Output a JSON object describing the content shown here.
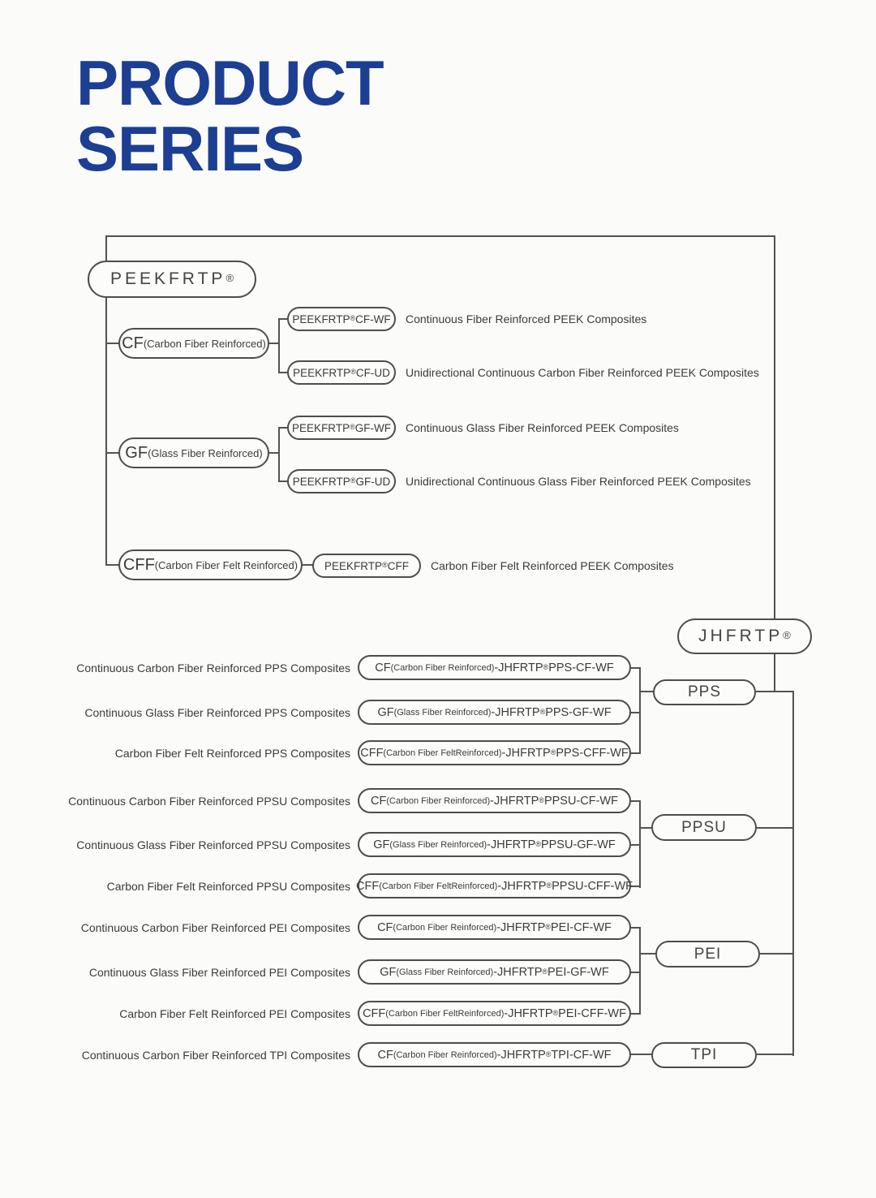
{
  "title": {
    "line1": "PRODUCT",
    "line2": "SERIES"
  },
  "reg": "®",
  "colors": {
    "accent": "#1c3e93",
    "line": "#535353",
    "text": "#3b3b3b",
    "background": "#fbfbfa"
  },
  "peek": {
    "root": "PEEKFRTP",
    "branches": [
      {
        "code": "CF",
        "paren": "(Carbon Fiber Reinforced)"
      },
      {
        "code": "GF",
        "paren": "(Glass Fiber Reinforced)"
      },
      {
        "code": "CFF",
        "paren": "(Carbon Fiber Felt Reinforced)"
      }
    ],
    "products": [
      {
        "prefix": "PEEKFRTP",
        "suffix": "CF-WF",
        "desc": "Continuous Fiber Reinforced PEEK Composites"
      },
      {
        "prefix": "PEEKFRTP",
        "suffix": "CF-UD",
        "desc": "Unidirectional Continuous Carbon Fiber Reinforced PEEK Composites"
      },
      {
        "prefix": "PEEKFRTP",
        "suffix": "GF-WF",
        "desc": "Continuous Glass Fiber Reinforced PEEK Composites"
      },
      {
        "prefix": "PEEKFRTP",
        "suffix": "GF-UD",
        "desc": "Unidirectional Continuous Glass Fiber Reinforced PEEK  Composites"
      },
      {
        "prefix": "PEEKFRTP",
        "suffix": "CFF",
        "desc": "Carbon Fiber Felt Reinforced PEEK Composites"
      }
    ]
  },
  "jh": {
    "root": "JHFRTP",
    "categories": [
      "PPS",
      "PPSU",
      "PEI",
      "TPI"
    ],
    "rows": [
      {
        "desc": "Continuous Carbon Fiber Reinforced PPS  Composites",
        "code": "CF",
        "paren": "(Carbon Fiber Reinforced)",
        "mid": "-JHFRTP",
        "tail": "PPS-CF-WF"
      },
      {
        "desc": "Continuous Glass Fiber Reinforced PPS  Composites",
        "code": "GF",
        "paren": "(Glass Fiber Reinforced)",
        "mid": " -JHFRTP",
        "tail": "PPS-GF-WF"
      },
      {
        "desc": "Carbon Fiber Felt Reinforced PPS  Composites",
        "code": "CFF",
        "paren": "(Carbon Fiber FeltReinforced)",
        "mid": " -JHFRTP",
        "tail": "PPS-CFF-WF"
      },
      {
        "desc": "Continuous Carbon Fiber Reinforced PPSU  Composites",
        "code": "CF",
        "paren": "(Carbon Fiber Reinforced)",
        "mid": "-JHFRTP",
        "tail": "PPSU-CF-WF"
      },
      {
        "desc": "Continuous Glass Fiber Reinforced PPSU  Composites",
        "code": "GF",
        "paren": "(Glass Fiber Reinforced)",
        "mid": " -JHFRTP",
        "tail": "PPSU-GF-WF"
      },
      {
        "desc": "Carbon Fiber Felt Reinforced PPSU  Composites",
        "code": "CFF",
        "paren": "(Carbon Fiber FeltReinforced)",
        "mid": " -JHFRTP",
        "tail": "PPSU-CFF-WF"
      },
      {
        "desc": "Continuous Carbon Fiber Reinforced PEI  Composites",
        "code": "CF",
        "paren": "(Carbon Fiber Reinforced)",
        "mid": "-JHFRTP",
        "tail": "PEI-CF-WF"
      },
      {
        "desc": "Continuous Glass Fiber Reinforced PEI  Composites",
        "code": "GF",
        "paren": "(Glass Fiber Reinforced)",
        "mid": " -JHFRTP",
        "tail": "PEI-GF-WF"
      },
      {
        "desc": "Carbon Fiber Felt Reinforced PEI  Composites",
        "code": "CFF",
        "paren": "(Carbon Fiber FeltReinforced)",
        "mid": " -JHFRTP",
        "tail": "PEI-CFF-WF"
      },
      {
        "desc": "Continuous Carbon Fiber Reinforced TPI  Composites",
        "code": "CF",
        "paren": "(Carbon Fiber Reinforced)",
        "mid": "-JHFRTP",
        "tail": "TPI-CF-WF"
      }
    ]
  }
}
